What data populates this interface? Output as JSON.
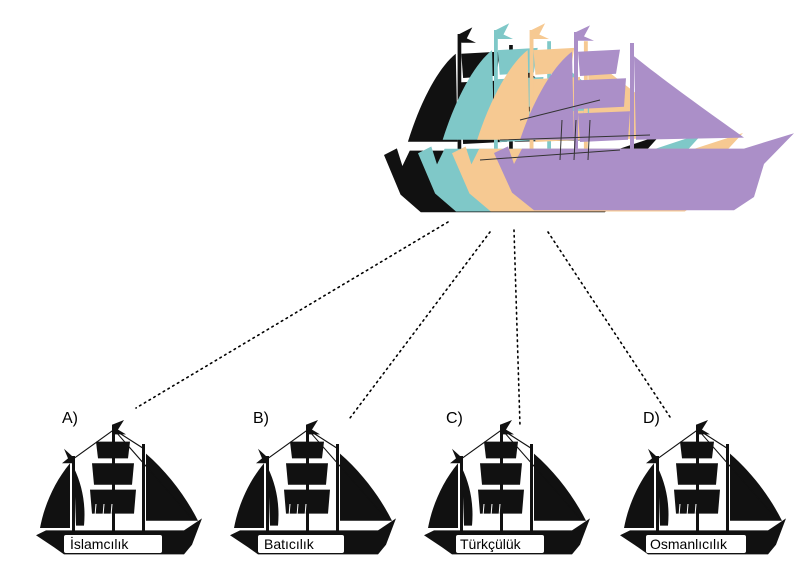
{
  "main_ship": {
    "layers": [
      {
        "name": "black",
        "color": "#111111"
      },
      {
        "name": "teal",
        "color": "#7fc8c8"
      },
      {
        "name": "orange",
        "color": "#f6c992"
      },
      {
        "name": "purple",
        "color": "#ab8fc8"
      }
    ]
  },
  "options": [
    {
      "letter": "A)",
      "label": "İslamcılık"
    },
    {
      "letter": "B)",
      "label": "Batıcılık"
    },
    {
      "letter": "C)",
      "label": "Türkçülük"
    },
    {
      "letter": "D)",
      "label": "Osmanlıcılık"
    }
  ]
}
